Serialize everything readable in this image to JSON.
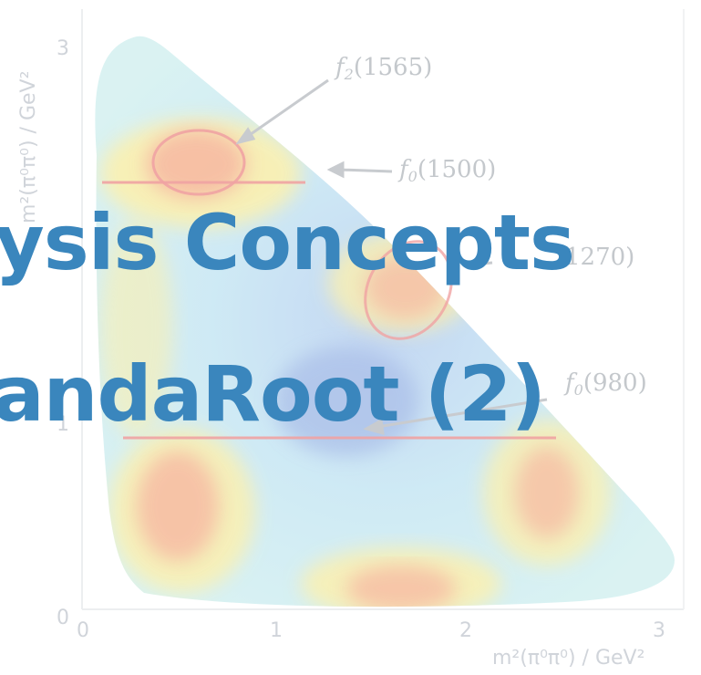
{
  "slide": {
    "title_line_1": "ysis Concepts",
    "title_line_2": "andaRoot (2)"
  },
  "plot": {
    "y_axis_label": "m²(π⁰π⁰) / GeV²",
    "x_axis_label": "m²(π⁰π⁰) / GeV²",
    "y_ticks": [
      "0",
      "1",
      "3"
    ],
    "x_ticks": [
      "0",
      "1",
      "2",
      "3"
    ],
    "annotations": [
      {
        "id": "f2_1565",
        "symbol": "f",
        "sub": "2",
        "mass": "(1565)"
      },
      {
        "id": "f0_1500",
        "symbol": "f",
        "sub": "0",
        "mass": "(1500)"
      },
      {
        "id": "f_1270",
        "symbol": "",
        "sub": "",
        "mass": "1270)"
      },
      {
        "id": "f0_980",
        "symbol": "f",
        "sub": "0",
        "mass": "(980)"
      }
    ]
  },
  "colors": {
    "title": "#3a86bd",
    "axis_faded": "#d0d4da",
    "plot_fill": "#c6e4f4",
    "hot_region": "#f7b8a2",
    "warm_region": "#fbf0b0",
    "resonance_line": "#f0a3a3",
    "annotation_arrow": "#c8cbcf"
  }
}
